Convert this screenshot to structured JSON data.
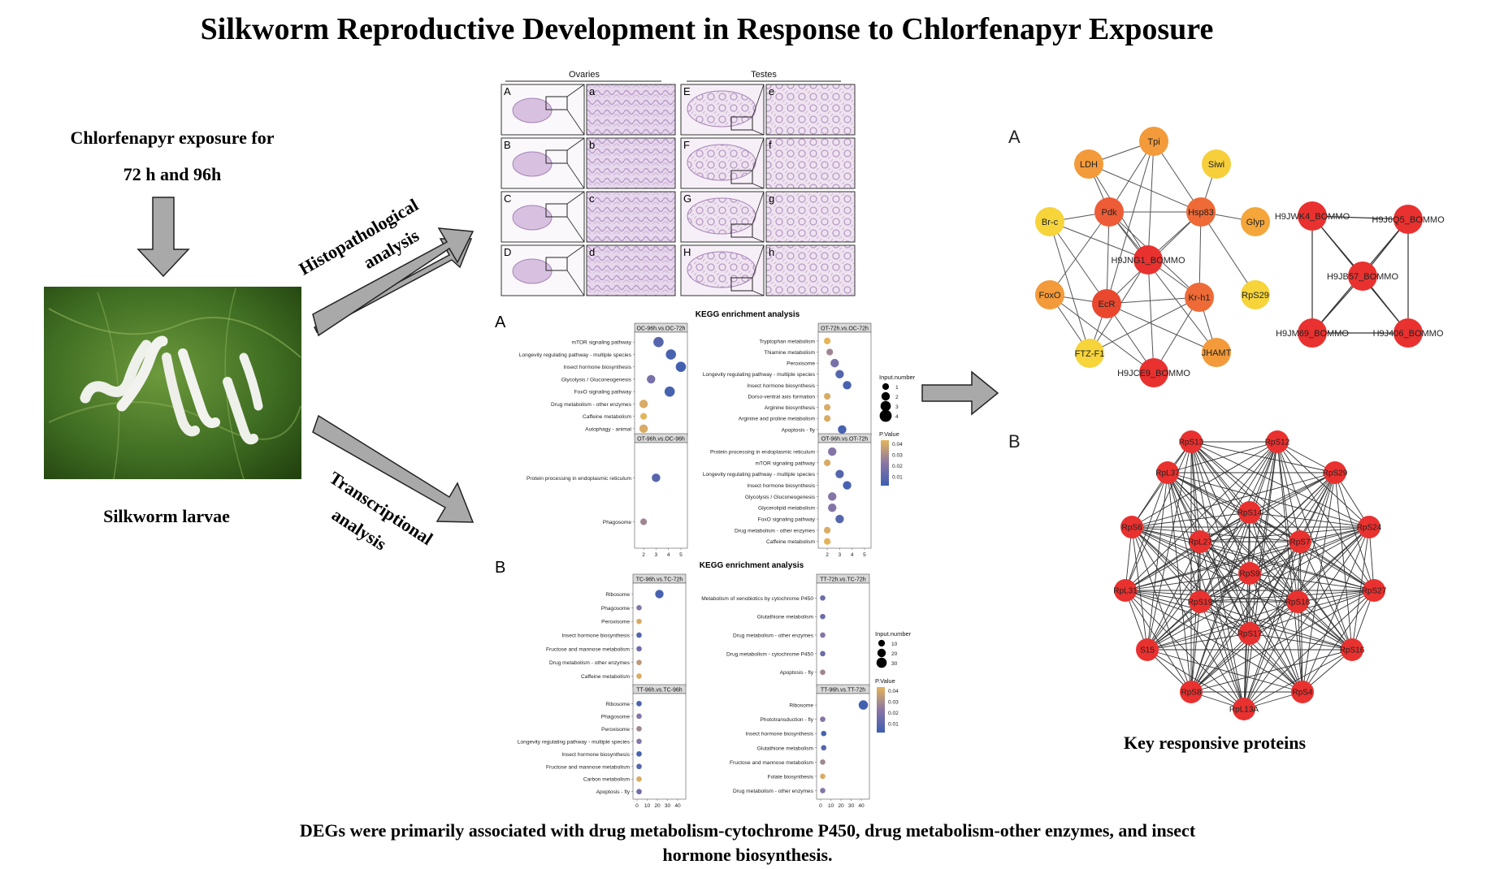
{
  "title": "Silkworm Reproductive Development in Response to Chlorfenapyr Exposure",
  "exposure": {
    "line1": "Chlorfenapyr  exposure for",
    "line2": "72 h and 96h"
  },
  "larvae_caption": "Silkworm larvae",
  "arrows": {
    "histo_line1": "Histopathological",
    "histo_line2": "analysis",
    "trans_line1": "Transcriptional",
    "trans_line2": "analysis"
  },
  "histology": {
    "col_ovaries": "Ovaries",
    "col_testes": "Testes",
    "rows": [
      {
        "ovary_big": "A",
        "ovary_zoom": "a",
        "testis_big": "E",
        "testis_zoom": "e"
      },
      {
        "ovary_big": "B",
        "ovary_zoom": "b",
        "testis_big": "F",
        "testis_zoom": "f"
      },
      {
        "ovary_big": "C",
        "ovary_zoom": "c",
        "testis_big": "G",
        "testis_zoom": "g"
      },
      {
        "ovary_big": "D",
        "ovary_zoom": "d",
        "testis_big": "H",
        "testis_zoom": "h"
      }
    ]
  },
  "kegg_ovary": {
    "panel_label": "A",
    "title": "KEGG enrichment analysis",
    "legend_size_title": "Input.number",
    "legend_size_values": [
      "1",
      "2",
      "3",
      "4"
    ],
    "legend_color_title": "P.Value",
    "legend_color_values": [
      "0.04",
      "0.03",
      "0.02",
      "0.01"
    ],
    "x_ticks": [
      "2",
      "3",
      "4",
      "5"
    ],
    "facets": [
      {
        "title": "OC-96h.vs.OC-72h",
        "terms": [
          {
            "name": "mTOR signaling pathway",
            "x": 3.2,
            "count": 3,
            "p": 0.015
          },
          {
            "name": "Longevity regulating pathway - multiple species",
            "x": 4.2,
            "count": 3,
            "p": 0.012
          },
          {
            "name": "Insect hormone biosynthesis",
            "x": 5.0,
            "count": 3,
            "p": 0.011
          },
          {
            "name": "Glycolysis / Gluconeogenesis",
            "x": 2.6,
            "count": 2,
            "p": 0.022
          },
          {
            "name": "FoxO signaling pathway",
            "x": 4.1,
            "count": 3,
            "p": 0.012
          },
          {
            "name": "Drug metabolism - other enzymes",
            "x": 2.0,
            "count": 2,
            "p": 0.04
          },
          {
            "name": "Caffeine metabolism",
            "x": 2.0,
            "count": 1,
            "p": 0.042
          },
          {
            "name": "Autophagy - animal",
            "x": 2.0,
            "count": 2,
            "p": 0.04
          }
        ]
      },
      {
        "title": "OT-72h.vs.OC-72h",
        "terms": [
          {
            "name": "Tryptophan metabolism",
            "x": 2.0,
            "count": 1,
            "p": 0.042
          },
          {
            "name": "Thiamine metabolism",
            "x": 2.2,
            "count": 1,
            "p": 0.03
          },
          {
            "name": "Peroxisome",
            "x": 2.6,
            "count": 2,
            "p": 0.022
          },
          {
            "name": "Longevity regulating pathway - multiple species",
            "x": 3.0,
            "count": 2,
            "p": 0.015
          },
          {
            "name": "Insect hormone biosynthesis",
            "x": 3.6,
            "count": 2,
            "p": 0.012
          },
          {
            "name": "Dorso-ventral axis formation",
            "x": 2.0,
            "count": 1,
            "p": 0.04
          },
          {
            "name": "Arginine biosynthesis",
            "x": 2.0,
            "count": 1,
            "p": 0.04
          },
          {
            "name": "Arginine and proline metabolism",
            "x": 2.0,
            "count": 1,
            "p": 0.04
          },
          {
            "name": "Apoptosis - fly",
            "x": 3.2,
            "count": 2,
            "p": 0.012
          }
        ]
      },
      {
        "title": "OT-96h.vs.OC-96h",
        "terms": [
          {
            "name": "Protein processing in endoplasmic reticulum",
            "x": 3.0,
            "count": 2,
            "p": 0.015
          },
          {
            "name": "Phagosome",
            "x": 2.0,
            "count": 1,
            "p": 0.03
          }
        ]
      },
      {
        "title": "OT-96h.vs.OT-72h",
        "terms": [
          {
            "name": "Protein processing in endoplasmic reticulum",
            "x": 2.4,
            "count": 2,
            "p": 0.025
          },
          {
            "name": "mTOR signaling pathway",
            "x": 2.0,
            "count": 1,
            "p": 0.04
          },
          {
            "name": "Longevity regulating pathway - multiple species",
            "x": 3.0,
            "count": 2,
            "p": 0.015
          },
          {
            "name": "Insect hormone biosynthesis",
            "x": 3.6,
            "count": 2,
            "p": 0.012
          },
          {
            "name": "Glycolysis / Gluconeogenesis",
            "x": 2.4,
            "count": 2,
            "p": 0.025
          },
          {
            "name": "Glycerolipid metabolism",
            "x": 2.4,
            "count": 2,
            "p": 0.025
          },
          {
            "name": "FoxO signaling pathway",
            "x": 3.0,
            "count": 2,
            "p": 0.015
          },
          {
            "name": "Drug metabolism - other enzymes",
            "x": 2.0,
            "count": 1,
            "p": 0.04
          },
          {
            "name": "Caffeine metabolism",
            "x": 2.0,
            "count": 1,
            "p": 0.042
          }
        ]
      }
    ]
  },
  "kegg_testis": {
    "panel_label": "B",
    "title": "KEGG enrichment analysis",
    "legend_size_title": "Input.number",
    "legend_size_values": [
      "10",
      "20",
      "30"
    ],
    "legend_color_title": "P.Value",
    "legend_color_values": [
      "0.04",
      "0.03",
      "0.02",
      "0.01"
    ],
    "x_ticks": [
      "0",
      "10",
      "20",
      "30",
      "40"
    ],
    "facets": [
      {
        "title": "TC-96h.vs.TC-72h",
        "terms": [
          {
            "name": "Ribosome",
            "x": 22,
            "count": 20,
            "p": 0.012
          },
          {
            "name": "Phagosome",
            "x": 2,
            "count": 3,
            "p": 0.025
          },
          {
            "name": "Peroxisome",
            "x": 2,
            "count": 3,
            "p": 0.04
          },
          {
            "name": "Insect hormone biosynthesis",
            "x": 2,
            "count": 3,
            "p": 0.015
          },
          {
            "name": "Fructose and mannose metabolism",
            "x": 2,
            "count": 3,
            "p": 0.02
          },
          {
            "name": "Drug metabolism - other enzymes",
            "x": 2,
            "count": 3,
            "p": 0.035
          },
          {
            "name": "Caffeine metabolism",
            "x": 2,
            "count": 3,
            "p": 0.04
          }
        ]
      },
      {
        "title": "TT-72h.vs.TC-72h",
        "terms": [
          {
            "name": "Metabolism of xenobiotics by cytochrome P450",
            "x": 2,
            "count": 3,
            "p": 0.02
          },
          {
            "name": "Glutathione metabolism",
            "x": 2,
            "count": 3,
            "p": 0.02
          },
          {
            "name": "Drug metabolism - other enzymes",
            "x": 2,
            "count": 3,
            "p": 0.025
          },
          {
            "name": "Drug metabolism - cytochrome P450",
            "x": 2,
            "count": 3,
            "p": 0.02
          },
          {
            "name": "Apoptosis - fly",
            "x": 2,
            "count": 3,
            "p": 0.03
          }
        ]
      },
      {
        "title": "TT-96h.vs.TC-96h",
        "terms": [
          {
            "name": "Ribosome",
            "x": 2,
            "count": 3,
            "p": 0.012
          },
          {
            "name": "Phagosome",
            "x": 2,
            "count": 3,
            "p": 0.025
          },
          {
            "name": "Peroxisome",
            "x": 2,
            "count": 3,
            "p": 0.03
          },
          {
            "name": "Longevity regulating pathway - multiple species",
            "x": 2,
            "count": 3,
            "p": 0.025
          },
          {
            "name": "Insect hormone biosynthesis",
            "x": 2,
            "count": 3,
            "p": 0.012
          },
          {
            "name": "Fructose and mannose metabolism",
            "x": 2,
            "count": 3,
            "p": 0.015
          },
          {
            "name": "Carbon metabolism",
            "x": 2,
            "count": 3,
            "p": 0.04
          },
          {
            "name": "Apoptosis - fly",
            "x": 2,
            "count": 3,
            "p": 0.02
          }
        ]
      },
      {
        "title": "TT-96h.vs.TT-72h",
        "terms": [
          {
            "name": "Ribosome",
            "x": 42,
            "count": 25,
            "p": 0.011
          },
          {
            "name": "Phototransduction - fly",
            "x": 2,
            "count": 3,
            "p": 0.025
          },
          {
            "name": "Insect hormone biosynthesis",
            "x": 3,
            "count": 3,
            "p": 0.012
          },
          {
            "name": "Glutathione metabolism",
            "x": 3,
            "count": 3,
            "p": 0.015
          },
          {
            "name": "Fructose and mannose metabolism",
            "x": 2,
            "count": 3,
            "p": 0.03
          },
          {
            "name": "Folate biosynthesis",
            "x": 2,
            "count": 3,
            "p": 0.04
          },
          {
            "name": "Drug metabolism - other enzymes",
            "x": 2,
            "count": 3,
            "p": 0.025
          }
        ]
      }
    ]
  },
  "network_a": {
    "panel_label": "A",
    "nodes": [
      {
        "id": "Tpi",
        "color": "#f39a3a"
      },
      {
        "id": "LDH",
        "color": "#f39a3a"
      },
      {
        "id": "Siwi",
        "color": "#f6cf3a"
      },
      {
        "id": "Pdk",
        "color": "#ee5c37"
      },
      {
        "id": "Hsp83",
        "color": "#ee6a36"
      },
      {
        "id": "Br-c",
        "color": "#f6d43a"
      },
      {
        "id": "Glyp",
        "color": "#f4a63a"
      },
      {
        "id": "H9JNG1_BOMMO",
        "color": "#e9312f"
      },
      {
        "id": "FoxO",
        "color": "#f39a3a"
      },
      {
        "id": "EcR",
        "color": "#e9482f"
      },
      {
        "id": "Kr-h1",
        "color": "#ee6a36"
      },
      {
        "id": "RpS29",
        "color": "#f6d43a"
      },
      {
        "id": "FTZ-F1",
        "color": "#f6d43a"
      },
      {
        "id": "JHAMT",
        "color": "#f39a3a"
      },
      {
        "id": "H9JCE9_BOMMO",
        "color": "#e9312f"
      }
    ],
    "edges": [
      [
        "Tpi",
        "LDH"
      ],
      [
        "Tpi",
        "Pdk"
      ],
      [
        "Tpi",
        "Hsp83"
      ],
      [
        "Tpi",
        "H9JNG1_BOMMO"
      ],
      [
        "Tpi",
        "EcR"
      ],
      [
        "LDH",
        "Pdk"
      ],
      [
        "LDH",
        "Hsp83"
      ],
      [
        "LDH",
        "H9JNG1_BOMMO"
      ],
      [
        "Siwi",
        "Hsp83"
      ],
      [
        "Pdk",
        "Hsp83"
      ],
      [
        "Pdk",
        "H9JNG1_BOMMO"
      ],
      [
        "Pdk",
        "FoxO"
      ],
      [
        "Pdk",
        "EcR"
      ],
      [
        "Pdk",
        "Br-c"
      ],
      [
        "Pdk",
        "Kr-h1"
      ],
      [
        "Pdk",
        "JHAMT"
      ],
      [
        "Hsp83",
        "H9JNG1_BOMMO"
      ],
      [
        "Hsp83",
        "Glyp"
      ],
      [
        "Hsp83",
        "Kr-h1"
      ],
      [
        "Hsp83",
        "RpS29"
      ],
      [
        "Hsp83",
        "EcR"
      ],
      [
        "Br-c",
        "H9JNG1_BOMMO"
      ],
      [
        "Br-c",
        "FTZ-F1"
      ],
      [
        "Br-c",
        "EcR"
      ],
      [
        "FoxO",
        "EcR"
      ],
      [
        "FoxO",
        "FTZ-F1"
      ],
      [
        "FoxO",
        "H9JCE9_BOMMO"
      ],
      [
        "EcR",
        "Kr-h1"
      ],
      [
        "EcR",
        "FTZ-F1"
      ],
      [
        "EcR",
        "JHAMT"
      ],
      [
        "EcR",
        "H9JCE9_BOMMO"
      ],
      [
        "H9JNG1_BOMMO",
        "Kr-h1"
      ],
      [
        "H9JNG1_BOMMO",
        "H9JCE9_BOMMO"
      ],
      [
        "H9JNG1_BOMMO",
        "FTZ-F1"
      ],
      [
        "Kr-h1",
        "JHAMT"
      ],
      [
        "Kr-h1",
        "H9JCE9_BOMMO"
      ],
      [
        "Kr-h1",
        "FTZ-F1"
      ]
    ]
  },
  "network_small": {
    "nodes": [
      "H9JWK4_BOMMO",
      "H9J6Q5_BOMMO",
      "H9JB57_BOMMO",
      "H9JM69_BOMMO",
      "H9J406_BOMMO"
    ],
    "edges": [
      [
        "H9JWK4_BOMMO",
        "H9J6Q5_BOMMO"
      ],
      [
        "H9JWK4_BOMMO",
        "H9JB57_BOMMO"
      ],
      [
        "H9JWK4_BOMMO",
        "H9JM69_BOMMO"
      ],
      [
        "H9JWK4_BOMMO",
        "H9J406_BOMMO"
      ],
      [
        "H9J6Q5_BOMMO",
        "H9JB57_BOMMO"
      ],
      [
        "H9J6Q5_BOMMO",
        "H9J406_BOMMO"
      ],
      [
        "H9J6Q5_BOMMO",
        "H9JM69_BOMMO"
      ],
      [
        "H9JB57_BOMMO",
        "H9JM69_BOMMO"
      ],
      [
        "H9JB57_BOMMO",
        "H9J406_BOMMO"
      ],
      [
        "H9JM69_BOMMO",
        "H9J406_BOMMO"
      ]
    ]
  },
  "network_b": {
    "panel_label": "B",
    "outer_nodes": [
      "RpS13",
      "RpS12",
      "RpS29",
      "RpS24",
      "RpS27",
      "RpS16",
      "RpS4",
      "RpL13A",
      "RpS8",
      "S15",
      "RpL31",
      "RpS6",
      "RpL37"
    ],
    "inner_nodes": [
      "RpS14",
      "RpS7",
      "RpS18",
      "RpS17",
      "RpS19",
      "RpL27"
    ],
    "center_node": "RpS9"
  },
  "network_caption": "Key responsive proteins",
  "footer": {
    "line1": "DEGs were primarily associated with drug metabolism-cytochrome P450, drug metabolism-other enzymes, and insect",
    "line2": "hormone biosynthesis."
  }
}
